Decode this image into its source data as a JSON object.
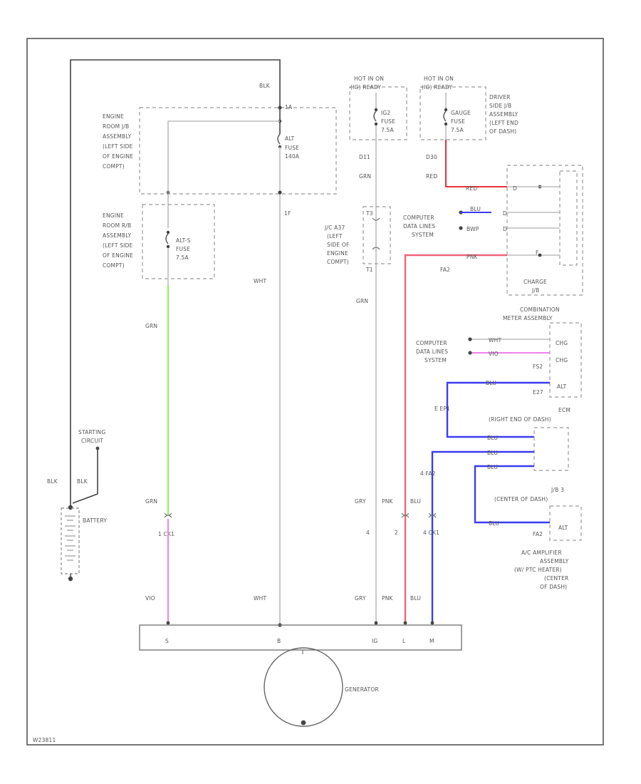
{
  "colors": {
    "grn": "#7CFC4A",
    "vio": "#EE82EE",
    "pnk": "#F0647A",
    "blu": "#3C3CF0",
    "red": "#E8323C",
    "wire": "#BDBDBD",
    "frame": "#555555"
  },
  "icons": [
    "battery-icon",
    "generator-icon",
    "fuse-icon",
    "connector-dot-icon"
  ],
  "labels": {
    "blk_top": "BLK",
    "hot_left_1": "HOT IN ON",
    "hot_left_2": "(IG) READY",
    "hot_right_1": "HOT IN ON",
    "hot_right_2": "(IG) READY",
    "driver_side_jb": [
      "DRIVER",
      "SIDE J/B",
      "ASSEMBLY",
      "(LEFT END",
      "OF DASH)"
    ],
    "engine_room_jb_1": [
      "ENGINE",
      "ROOM J/B",
      "ASSEMBLY",
      "(LEFT SIDE",
      "OF ENGINE",
      "COMPT)"
    ],
    "engine_room_jb_2": [
      "ENGINE",
      "ROOM R/B",
      "ASSEMBLY",
      "(LEFT SIDE",
      "OF ENGINE",
      "COMPT)"
    ],
    "alt_fuse": [
      "ALT",
      "FUSE",
      "140A"
    ],
    "alt_s_fuse": [
      "ALT-S",
      "FUSE",
      "7.5A"
    ],
    "ig2_fuse": [
      "IG2",
      "FUSE",
      "7.5A"
    ],
    "gauge_fuse": [
      "GAUGE",
      "FUSE",
      "7.5A"
    ],
    "pin_1a": "1A",
    "pin_1f": "1F",
    "pin_d11": "D11",
    "pin_d30": "D30",
    "grn_top": "GRN",
    "red_top": "RED",
    "jc_box": [
      "J/C A37",
      "(LEFT",
      "SIDE OF",
      "ENGINE",
      "COMPT)"
    ],
    "t3": "T3",
    "t1": "T1",
    "grn_mid": "GRN",
    "wht_mid": "WHT",
    "grn_left": "GRN",
    "computer_data_lines_1": [
      "COMPUTER",
      "DATA LINES",
      "SYSTEM"
    ],
    "computer_data_lines_2": [
      "COMPUTER",
      "DATA LINES",
      "SYSTEM"
    ],
    "blu_short": "BLU",
    "bwp": "BWP",
    "red_pin": "RED",
    "d_pins": [
      "D",
      "D",
      "D"
    ],
    "pnk_pin": "PNK",
    "f_pin": "F",
    "fa2": "FA2",
    "charge_jb": [
      "CHARGE",
      "J/B"
    ],
    "combination_meter": [
      "COMBINATION",
      "METER ASSEMBLY"
    ],
    "wht_cm": "WHT",
    "vio_cm": "VIO",
    "chg": "CHG",
    "chg2": "CHG",
    "fs2": "FS2",
    "alt_cm": "ALT",
    "e27": "E27",
    "ecm": [
      "ECM",
      "(RIGHT END OF DASH)"
    ],
    "ecm_pins": [
      "BLU",
      "BLU",
      "BLU"
    ],
    "e_ep1": "E EP1",
    "jb3": [
      "J/B 3",
      "(CENTER OF DASH)"
    ],
    "blu_jb": "BLU",
    "alt_jb": "ALT",
    "fa2_jb": "FA2",
    "ac_amp": [
      "A/C AMPLIFIER",
      "ASSEMBLY",
      "(W/ PTC HEATER)",
      "(CENTER",
      "OF DASH)"
    ],
    "starting_circuit": [
      "STARTING",
      "CIRCUIT"
    ],
    "blk_1": "BLK",
    "blk_2": "BLK",
    "battery": "BATTERY",
    "grn_low": "GRN",
    "c1_low": "1 CK1",
    "vio_low": "VIO",
    "wht_low": "WHT",
    "grn_r1": "GRY",
    "pnk_r": "PNK",
    "blu_r": "BLU",
    "k_pin": "4",
    "e_pin": "2",
    "a_pin": "4 CK1",
    "fa2_low": "4 FA2",
    "gry_b": "GRY",
    "pnk_b": "PNK",
    "blu_b": "BLU",
    "gen_pins": [
      "S",
      "B",
      "IG",
      "L",
      "M"
    ],
    "generator": "GENERATOR",
    "footer_code": "W23811"
  }
}
